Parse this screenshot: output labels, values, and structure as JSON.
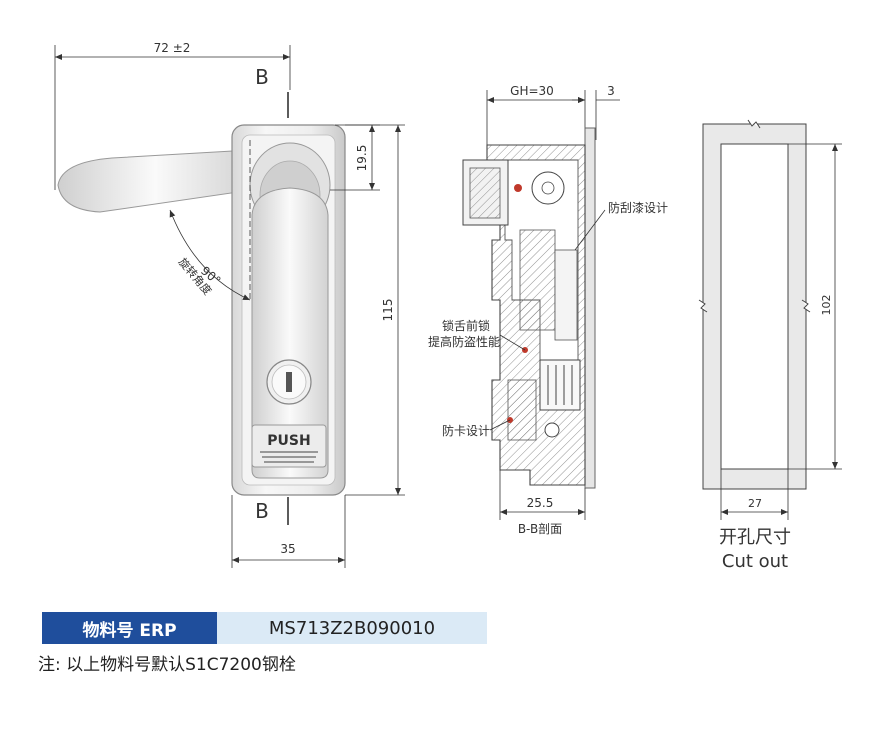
{
  "front_view": {
    "dim_width": "72 ±2",
    "section_mark_top": "B",
    "section_mark_bottom": "B",
    "dim_top_offset": "19.5",
    "dim_height": "115",
    "dim_body_width": "35",
    "rotation_angle": "90°",
    "rotation_label": "旋转角度",
    "push_text": "PUSH"
  },
  "section_view": {
    "dim_gh": "GH=30",
    "dim_flange": "3",
    "dim_depth": "25.5",
    "caption": "B-B剖面",
    "callout_scratch": "防刮漆设计",
    "callout_tongue_1": "锁舌前锁",
    "callout_tongue_2": "提高防盗性能",
    "callout_clip": "防卡设计"
  },
  "cutout_view": {
    "dim_height": "102",
    "dim_width": "27",
    "title_cn": "开孔尺寸",
    "title_en": "Cut out"
  },
  "erp": {
    "label": "物料号 ERP",
    "value": "MS713Z2B090010"
  },
  "note": "注: 以上物料号默认S1C7200钢栓",
  "colors": {
    "erp_label_bg": "#1f4e9c",
    "erp_value_bg": "#dbeaf6",
    "hatch_red": "#c0392b"
  }
}
